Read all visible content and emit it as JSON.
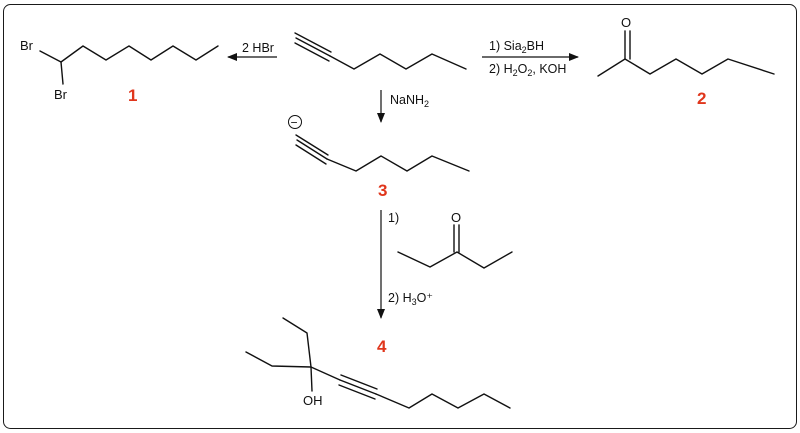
{
  "compound_labels": {
    "c1": "1",
    "c2": "2",
    "c3": "3",
    "c4": "4"
  },
  "atoms": {
    "br_top": "Br",
    "br_bottom": "Br",
    "oxygen_ketone": "O",
    "oxygen_reagent": "O",
    "hydroxyl": "OH",
    "anion_charge": "−"
  },
  "reagents": {
    "hbr": "2 HBr",
    "hydroboration_step1_prefix": "1) Sia",
    "hydroboration_step1_sub": "2",
    "hydroboration_step1_suffix": "BH",
    "hydroboration_step2_prefix": "2) H",
    "hydroboration_step2_sub1": "2",
    "hydroboration_step2_mid": "O",
    "hydroboration_step2_sub2": "2",
    "hydroboration_step2_suffix": ", KOH",
    "nanh2_prefix": "NaNH",
    "nanh2_sub": "2",
    "addition_step1": "1)",
    "addition_step2_prefix": "2) H",
    "addition_step2_sub": "3",
    "addition_step2_suffix": "O⁺"
  },
  "colors": {
    "label_red": "#e0361c",
    "ink": "#111111"
  }
}
